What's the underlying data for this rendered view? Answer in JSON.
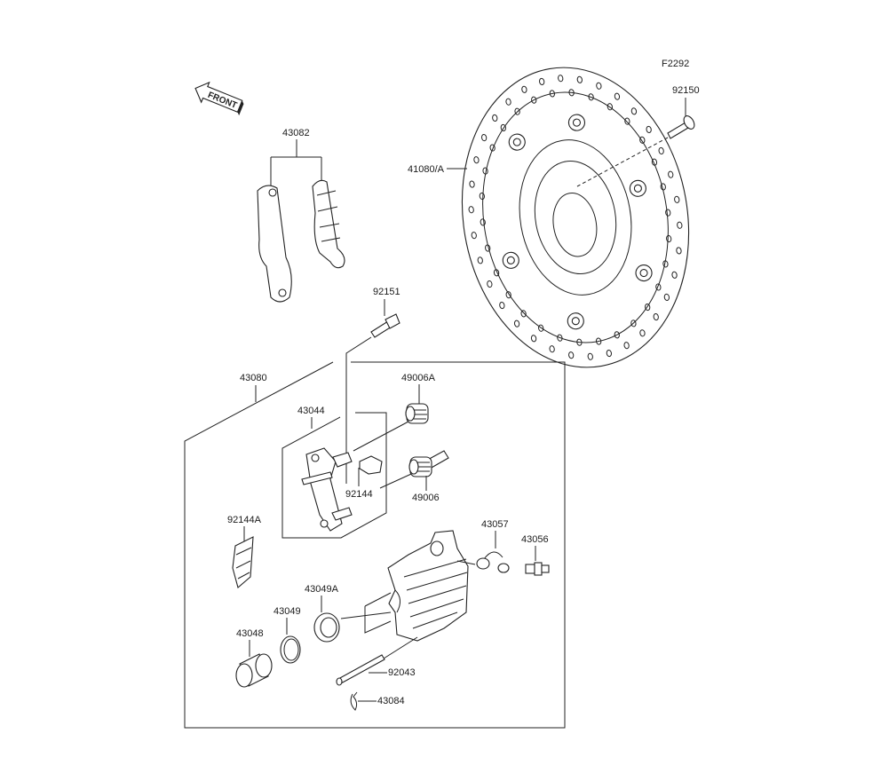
{
  "diagram": {
    "code": "F2292",
    "front_arrow": "FRONT",
    "parts": {
      "p92150": "92150",
      "p41080A": "41080/A",
      "p43082": "43082",
      "p92151": "92151",
      "p43080": "43080",
      "p43044": "43044",
      "p49006A": "49006A",
      "p49006": "49006",
      "p92144": "92144",
      "p92144A": "92144A",
      "p43057": "43057",
      "p43056": "43056",
      "p43049A": "43049A",
      "p43049": "43049",
      "p43048": "43048",
      "p92043": "92043",
      "p43084": "43084"
    }
  }
}
